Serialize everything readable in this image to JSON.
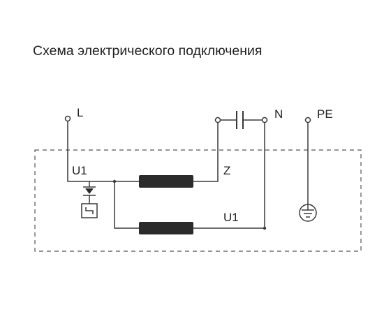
{
  "title": "Схема электрического подключения",
  "terminals": {
    "l": "L",
    "n": "N",
    "pe": "PE"
  },
  "labels": {
    "u1_top": "U1",
    "z": "Z",
    "u1_bottom": "U1"
  },
  "colors": {
    "line": "#3a3a3a",
    "winding": "#2b2b2b",
    "frame": "#555555",
    "text": "#222222"
  }
}
